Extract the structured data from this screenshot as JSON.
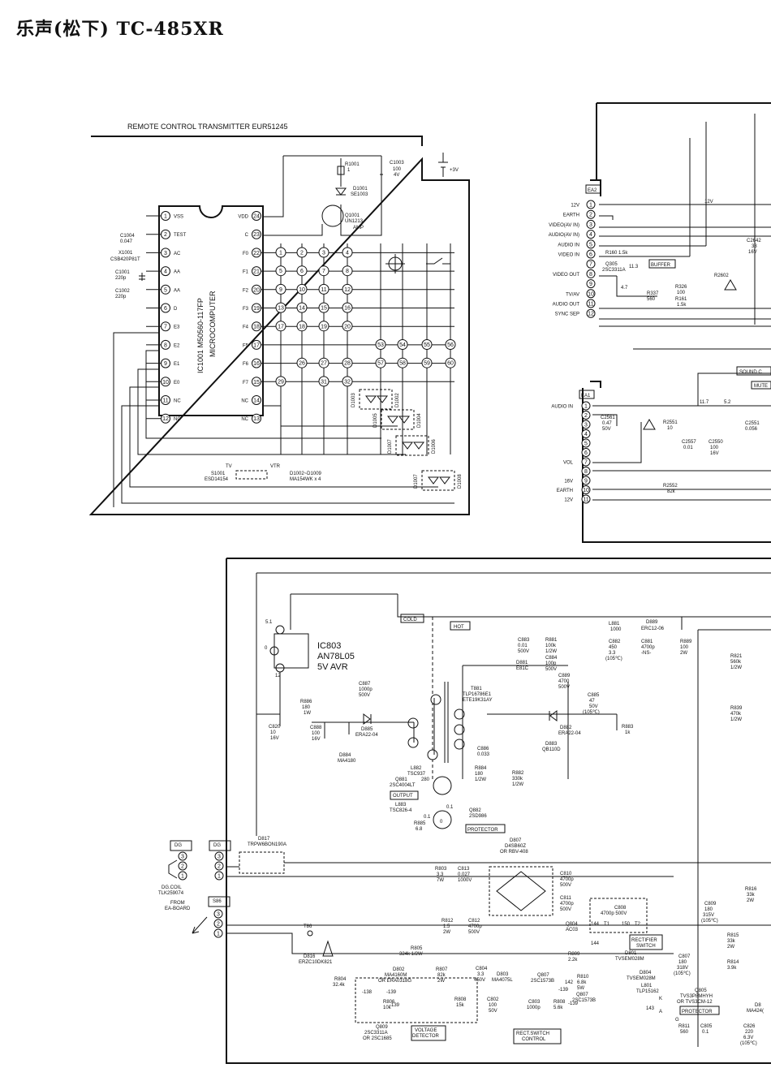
{
  "title": "乐声(松下) TC-485XR",
  "remote": {
    "title": "REMOTE CONTROL TRANSMITTER EUR51245",
    "ic_name": "IC1001 M50560-117FP",
    "ic_type": "MICROCOMPUTER",
    "left_pins": [
      {
        "num": "1",
        "name": "VSS"
      },
      {
        "num": "2",
        "name": "TEST"
      },
      {
        "num": "3",
        "name": "AC"
      },
      {
        "num": "4",
        "name": "AA"
      },
      {
        "num": "5",
        "name": "AA"
      },
      {
        "num": "6",
        "name": "D"
      },
      {
        "num": "7",
        "name": "E3"
      },
      {
        "num": "8",
        "name": "E2"
      },
      {
        "num": "9",
        "name": "E1"
      },
      {
        "num": "10",
        "name": "E0"
      },
      {
        "num": "11",
        "name": "NC"
      },
      {
        "num": "12",
        "name": "NC"
      }
    ],
    "right_pins": [
      {
        "num": "24",
        "name": "VDD"
      },
      {
        "num": "23",
        "name": "C"
      },
      {
        "num": "22",
        "name": "F0"
      },
      {
        "num": "21",
        "name": "F1"
      },
      {
        "num": "20",
        "name": "F2"
      },
      {
        "num": "19",
        "name": "F3"
      },
      {
        "num": "18",
        "name": "F4"
      },
      {
        "num": "17",
        "name": "F5"
      },
      {
        "num": "16",
        "name": "F6"
      },
      {
        "num": "15",
        "name": "F7"
      },
      {
        "num": "14",
        "name": "NC"
      },
      {
        "num": "13",
        "name": "NC"
      }
    ],
    "keys": [
      [
        "1",
        "2",
        "3",
        "4"
      ],
      [
        "5",
        "6",
        "7",
        "8"
      ],
      [
        "9",
        "10",
        "11",
        "12"
      ],
      [
        "13",
        "14",
        "15",
        "16"
      ],
      [
        "17",
        "18",
        "19",
        "20"
      ],
      [
        "53",
        "54",
        "55",
        "56"
      ],
      [
        "26",
        "27",
        "28",
        "57",
        "58",
        "59",
        "60"
      ],
      [
        "29",
        "31",
        "32"
      ]
    ],
    "c1004": "C1004",
    "c1004_val": "0.047",
    "x1001": "X1001",
    "x1001_val": "CSB420P81T",
    "c1001": "C1001",
    "c1001_val": "220p",
    "c1002": "C1002",
    "c1002_val": "220p",
    "r1001": "R1001",
    "r1001_val": "1",
    "d1001": "D1001",
    "d1001_val": "SE1003",
    "c1003": "C1003",
    "c1003_val1": "100",
    "c1003_val2": "4V",
    "q1001": "Q1001",
    "q1001_val": "UN1213",
    "q1001_role": "AMP",
    "batt": "+3V",
    "switch_left": "TV",
    "switch_right": "VTR",
    "s1001": "S1001",
    "s1001_val": "ESD14154",
    "diodes": "D1002~D1009",
    "diodes_val": "MA154WK x 4",
    "d_labels": [
      "D1003",
      "D1002",
      "D1005",
      "D1004",
      "D1007",
      "D1006",
      "D1007",
      "D1008"
    ]
  },
  "ea2": {
    "name": "EA2",
    "pins": [
      {
        "num": "1",
        "label": "12V"
      },
      {
        "num": "2",
        "label": "EARTH"
      },
      {
        "num": "3",
        "label": "VIDEO(AV IN)"
      },
      {
        "num": "4",
        "label": "AUDIO(AV IN)"
      },
      {
        "num": "5",
        "label": "AUDIO IN"
      },
      {
        "num": "6",
        "label": "VIDEO IN"
      },
      {
        "num": "7",
        "label": ""
      },
      {
        "num": "8",
        "label": "VIDEO OUT"
      },
      {
        "num": "9",
        "label": ""
      },
      {
        "num": "10",
        "label": "TV/AV"
      },
      {
        "num": "11",
        "label": "AUDIO OUT"
      },
      {
        "num": "12",
        "label": "SYNC SEP"
      }
    ],
    "v12": "12V",
    "r160": "R160 1.5k",
    "q305": "Q305",
    "q305_val": "2SC3311A",
    "q305_v": "11.3",
    "buffer": "BUFFER",
    "v47": "4.7",
    "v52": "5.2",
    "r337": "R337",
    "r337_val": "560",
    "r326": "R326",
    "r326_val": "100",
    "r161": "R161",
    "r161_val": "1.5k",
    "r2602": "R2602",
    "c2642": "C2642",
    "c2642_v1": "33",
    "c2642_v2": "16V"
  },
  "ea1": {
    "name": "EA1",
    "pins": [
      {
        "num": "1",
        "label": "AUDIO IN"
      },
      {
        "num": "2",
        "label": ""
      },
      {
        "num": "3",
        "label": ""
      },
      {
        "num": "4",
        "label": ""
      },
      {
        "num": "5",
        "label": ""
      },
      {
        "num": "6",
        "label": ""
      },
      {
        "num": "7",
        "label": "VOL"
      },
      {
        "num": "8",
        "label": ""
      },
      {
        "num": "9",
        "label": "16V"
      },
      {
        "num": "10",
        "label": "EARTH"
      },
      {
        "num": "11",
        "label": "12V"
      }
    ],
    "c2561": "C2561",
    "c2561_v1": "0.47",
    "c2561_v2": "50V",
    "r2551": "R2551",
    "r2551_val": "10",
    "c2557": "C2557",
    "c2557_val": "0.01",
    "c2550": "C2550",
    "c2550_v1": "100",
    "c2550_v2": "16V",
    "c2551": "C2551",
    "c2551_val": "0.056",
    "r2552": "R2552",
    "r2552_val": "82k",
    "v117": "11.7",
    "sound": "SOUND C",
    "mute": "MUTE"
  },
  "power": {
    "ic803": "IC803",
    "ic803_val": "AN78L05",
    "ic803_desc": "5V AVR",
    "ic803_v51": "5.1",
    "ic803_v0": "0",
    "ic803_v12": "12",
    "cold": "COLD",
    "hot": "HOT",
    "c883": "C883",
    "c883_v1": "0.01",
    "c883_v2": "500V",
    "r881": "R881",
    "r881_v1": "100k",
    "r881_v2": "1/2W",
    "c884": "C884",
    "c884_v1": "100p",
    "c884_v2": "500V",
    "d881": "D881",
    "d881_val": "E81C",
    "l881": "L881",
    "l881_val": "1000",
    "c882": "C882",
    "c882_v1": "450",
    "c882_v2": "3.3",
    "c882_v3": "(105℃)",
    "c881": "C881",
    "c881_v1": "4700p",
    "c881_v2": "-NS-",
    "d889": "D889",
    "d889_val": "ERC12-06",
    "r889": "R889",
    "r889_v1": "100",
    "r889_v2": "2W",
    "r821": "R821",
    "r821_v1": "560k",
    "r821_v2": "1/2W",
    "r839": "R839",
    "r839_v1": "470k",
    "r839_v2": "1/2W",
    "c889b": "C889",
    "c889b_v1": "4700",
    "c889b_v2": "500V",
    "c887": "C887",
    "c887_v1": "1000p",
    "c887_v2": "500V",
    "t881": "T881",
    "t881_v1": "TLP16786E1",
    "t881_v2": "ETE19K31AY",
    "c885": "C885",
    "c885_v1": "47",
    "c885_v2": "50V",
    "c885_v3": "(105℃)",
    "r883": "R883",
    "r883_val": "1k",
    "r886": "R886",
    "r886_v1": "180",
    "r886_v2": "1W",
    "c820": "C820",
    "c820_v1": "10",
    "c820_v2": "16V",
    "c888": "C888",
    "c888_v1": "100",
    "c888_v2": "16V",
    "d885": "D885",
    "d885_val": "ERA22-04",
    "d884": "D884",
    "d884_val": "MA4180",
    "d882": "D882",
    "d882_val": "ERA22-04",
    "d883": "D883",
    "d883_val": "QB110D",
    "c886": "C886",
    "c886_val": "0.033",
    "l882": "L882",
    "l882_val": "TSC937",
    "q881": "Q881",
    "q881_val": "2SC4004LT",
    "q881_v": "280",
    "output": "OUTPUT",
    "r884": "R884",
    "r884_v1": "180",
    "r884_v2": "1/2W",
    "r882": "R882",
    "r882_v1": "330k",
    "r882_v2": "1/2W",
    "l883": "L883",
    "l883_val": "TSC826-4",
    "r885": "R885",
    "r885_val": "6.8",
    "q882": "Q882",
    "q882_val": "2SD986",
    "q882_v1": "0.1",
    "q882_v2": "0.1",
    "q882_v3": "0",
    "protector": "PROTECTOR",
    "dg_left": "DG",
    "dg_coil": "DG.COIL",
    "dg_coil_val": "TLK259074",
    "from": "FROM",
    "from_val": "EA-BOARD",
    "dg_right": "DG",
    "s86": "S86",
    "d817": "D817",
    "d817_val": "TRPW6BON190A",
    "d807": "D807",
    "d807_v1": "D4SB60Z",
    "d807_v2": "OR RBV-408",
    "r803": "R803",
    "r803_v1": "3.3",
    "r803_v2": "7W",
    "c813": "C813",
    "c813_v1": "0.027",
    "c813_v2": "1000V",
    "c810": "C810",
    "c810_v1": "4700p",
    "c810_v2": "500V",
    "c811": "C811",
    "c811_v1": "4700p",
    "c811_v2": "500V",
    "r812": "R812",
    "r812_v1": "1.5",
    "r812_v2": "2W",
    "c812": "C812",
    "c812_v1": "4700p",
    "c812_v2": "500V",
    "c808": "C808",
    "c808_val": "4700p 500V",
    "q804": "Q804",
    "q804_val": "AC03",
    "rectifier_switch1": "RECTIFIER",
    "rectifier_switch2": "SWITCH",
    "t1": "T1",
    "t2": "T2",
    "v144a": "144",
    "v150": "150",
    "v144b": "144",
    "d801": "D801",
    "d801_val": "TVSEM028M",
    "c809": "C809",
    "c809_v1": "180",
    "c809_v2": "315V",
    "c809_v3": "(105℃)",
    "t86": "T86",
    "d816": "D816",
    "d816_val": "ERZC10DK821",
    "r805": "R805",
    "r805_val": "324k 1/2W",
    "r809": "R809",
    "r809_val": "2.2k",
    "d802": "D802",
    "d802_v1": "MA4160M",
    "d802_v2": "OR ERA0318G",
    "r807": "R807",
    "r807_v1": "82k",
    "r807_v2": "2W",
    "c804": "C804",
    "c804_v1": "3.3",
    "c804_v2": "450V",
    "d803": "D803",
    "d803_val": "MA4075L",
    "q807": "Q807",
    "q807_val": "2SC1573B",
    "r810": "R810",
    "r810_v1": "6.8k",
    "r810_v2": "5W",
    "q807b": "Q807",
    "q807b_val": "2SC1573B",
    "d804": "D804",
    "d804_val": "TVSEM028M",
    "l801": "L801",
    "l801_val": "TLP15162",
    "r804": "R804",
    "r804_val": "32.4k",
    "v138a": "-138",
    "v139a": "-139",
    "v139b": "-139",
    "v139c": "-139",
    "v139d": "-139",
    "v142": "142",
    "v143": "143",
    "r806": "R806",
    "r806_val": "10k",
    "r808": "R808",
    "r808_val": "15k",
    "c802": "C802",
    "c802_v1": "100",
    "c802_v2": "50V",
    "c803": "C803",
    "c803_val": "1000p",
    "r808b": "R808",
    "r808b_val": "5.6k",
    "q809": "Q809",
    "q809_v1": "2SC3311A",
    "q809_v2": "OR 2SC1685",
    "voltage_detector1": "VOLTAGE",
    "voltage_detector2": "DETECTOR",
    "rect_switch_control1": "RECT.SWITCH",
    "rect_switch_control2": "CONTROL",
    "c807": "C807",
    "c807_v1": "180",
    "c807_v2": "318V",
    "c807_v3": "(105℃)",
    "q805": "Q805",
    "q805_v1": "TVS3P8MHYH",
    "q805_v2": "OR TVS3CM-12",
    "protector2": "PROTECTOR",
    "r811": "R811",
    "r811_val": "560",
    "c805": "C805",
    "c805_val": "0.1",
    "c826": "C826",
    "c826_v1": "220",
    "c826_v2": "6.3V",
    "c826_v3": "(105℃)",
    "r815": "R815",
    "r815_v1": "33k",
    "r815_v2": "2W",
    "r814": "R814",
    "r814_val": "3.9k",
    "r816": "R816",
    "r816_v1": "33k",
    "r816_v2": "2W",
    "d8xx": "D8",
    "d8xx_val": "MA424(",
    "g": "G",
    "k": "K",
    "a": "A"
  }
}
